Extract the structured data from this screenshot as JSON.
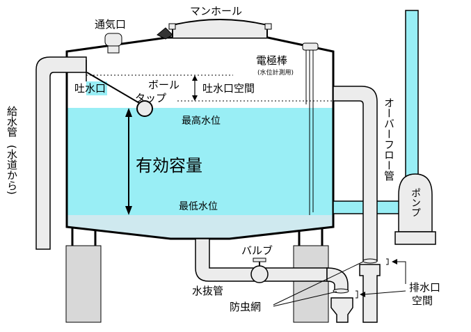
{
  "labels": {
    "manhole": "マンホール",
    "vent": "通気口",
    "electrode": "電極棒",
    "electrode_note": "(水位計測用)",
    "outlet": "吐水口",
    "ball_tap_1": "ボール",
    "ball_tap_2": "タップ",
    "outlet_space": "吐水口空間",
    "max_level": "最高水位",
    "effective_capacity": "有効容量",
    "min_level": "最低水位",
    "supply_pipe": "給水管",
    "supply_note": "(水道から)",
    "overflow_pipe": "オーバーフロー管",
    "pump": "ポンプ",
    "valve": "バルブ",
    "drain_pipe": "水抜管",
    "insect_net": "防虫網",
    "drain_space_1": "排水口",
    "drain_space_2": "空間"
  },
  "colors": {
    "water": "#99eef5",
    "pipe_gray": "#ececec",
    "tank_bottom": "#cfe9ef",
    "support": "#d8d8d8",
    "outline": "#000000"
  }
}
